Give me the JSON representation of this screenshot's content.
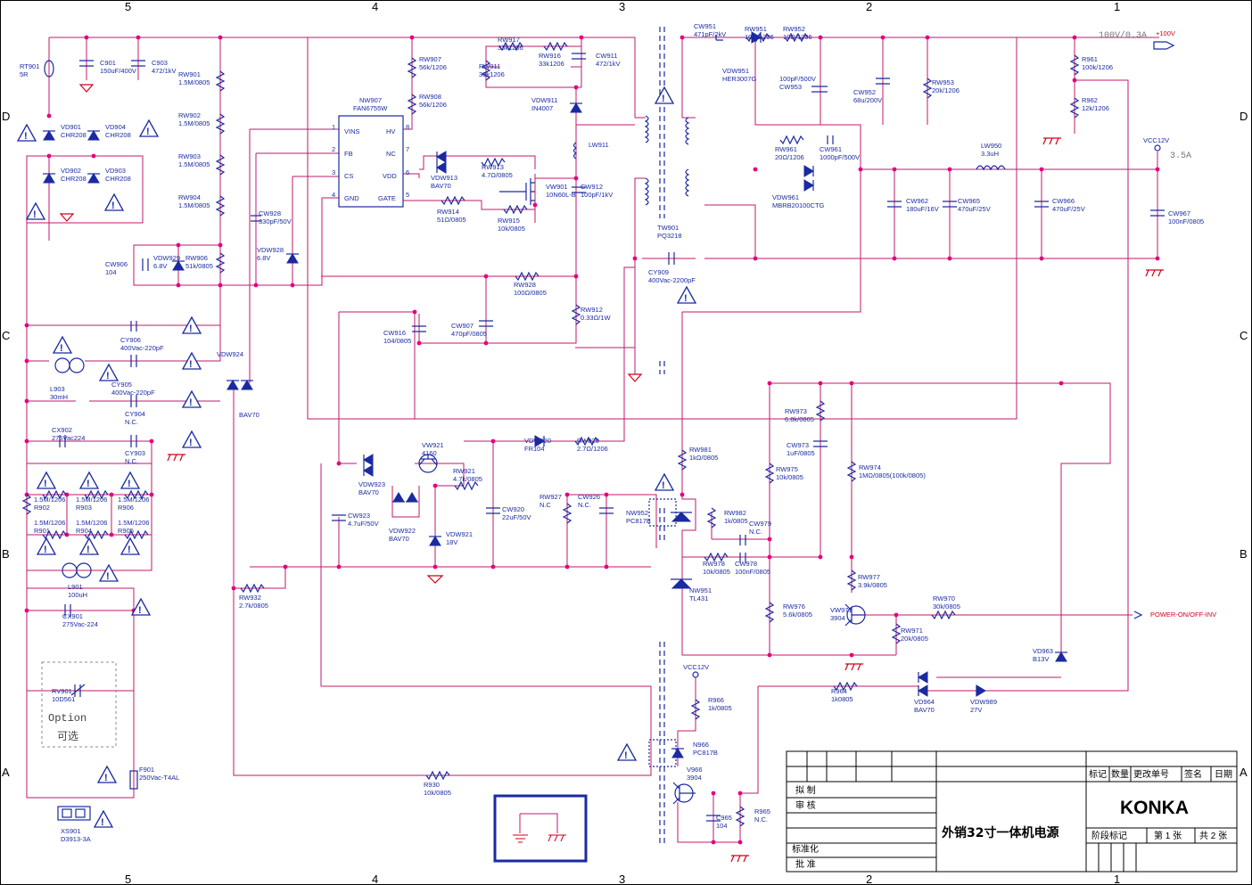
{
  "zones": {
    "top": [
      "5",
      "4",
      "3",
      "2",
      "1"
    ],
    "bottom": [
      "5",
      "4",
      "3",
      "2",
      "1"
    ],
    "left": [
      "D",
      "C",
      "B",
      "A"
    ],
    "right": [
      "D",
      "C",
      "B",
      "A"
    ]
  },
  "title_block": {
    "headers": [
      "标记",
      "数量",
      "更改单号",
      "签名",
      "日期"
    ],
    "rows": [
      "拟 制",
      "审 核",
      "标准化",
      "批 准"
    ],
    "title": "外销32寸一体机电源",
    "brand": "KONKA",
    "stage_label": "阶段标记",
    "sheet_label": "第 1 张",
    "total_label": "共 2 张"
  },
  "outputs": {
    "v100_label": "+100V",
    "v100_spec": "100V/0.3A",
    "v12_label": "VCC12V",
    "v12_current": "3.5A",
    "vcc12_lower": "VCC12V",
    "power_on": "POWER-ON/OFF-INV"
  },
  "option": {
    "en": "Option",
    "cn": "可选"
  },
  "ic": {
    "ref": "NW907",
    "part": "FAN6755W",
    "pins_left": [
      "VINS",
      "FB",
      "CS",
      "GND"
    ],
    "pins_right": [
      "HV",
      "NC",
      "VDD",
      "GATE"
    ],
    "pin_nums_left": [
      "1",
      "2",
      "3",
      "4"
    ],
    "pin_nums_right": [
      "8",
      "7",
      "6",
      "5"
    ]
  },
  "labels": [
    {
      "id": "rt901",
      "t": [
        "RT901",
        "5R"
      ]
    },
    {
      "id": "c901",
      "t": [
        "C901",
        "150uF/400V"
      ]
    },
    {
      "id": "c903",
      "t": [
        "C903",
        "472/1kV"
      ]
    },
    {
      "id": "vd901",
      "t": [
        "VD901",
        "CHR208"
      ]
    },
    {
      "id": "vd904",
      "t": [
        "VD904",
        "CHR208"
      ]
    },
    {
      "id": "vd902",
      "t": [
        "VD902",
        "CHR208"
      ]
    },
    {
      "id": "vd903",
      "t": [
        "VD903",
        "CHR208"
      ]
    },
    {
      "id": "rw901",
      "t": [
        "RW901",
        "1.5M/0805"
      ]
    },
    {
      "id": "rw902",
      "t": [
        "RW902",
        "1.5M/0805"
      ]
    },
    {
      "id": "rw903",
      "t": [
        "RW903",
        "1.5M/0805"
      ]
    },
    {
      "id": "rw904",
      "t": [
        "RW904",
        "1.5M/0805"
      ]
    },
    {
      "id": "rw907",
      "t": [
        "RW907",
        "56k/1206"
      ]
    },
    {
      "id": "rw908",
      "t": [
        "RW908",
        "56k/1206"
      ]
    },
    {
      "id": "rw917",
      "t": [
        "RW917",
        "33k1206"
      ]
    },
    {
      "id": "rw911",
      "t": [
        "RW911",
        "33k1206"
      ]
    },
    {
      "id": "rw916",
      "t": [
        "RW916",
        "33k1206"
      ]
    },
    {
      "id": "cw911",
      "t": [
        "CW911",
        "472/1kV"
      ]
    },
    {
      "id": "vdw911",
      "t": [
        "VDW911",
        "IN4007"
      ]
    },
    {
      "id": "lw911",
      "t": [
        "LW911"
      ]
    },
    {
      "id": "vw901",
      "t": [
        "VW901",
        "10N60L-B"
      ]
    },
    {
      "id": "cw912",
      "t": [
        "CW912",
        "100pF/1kV"
      ]
    },
    {
      "id": "vdw913",
      "t": [
        "VDW913",
        "BAV70"
      ]
    },
    {
      "id": "rw913",
      "t": [
        "RW913",
        "4.7Ω/0805"
      ]
    },
    {
      "id": "rw914",
      "t": [
        "RW914",
        "51Ω/0805"
      ]
    },
    {
      "id": "rw915",
      "t": [
        "RW915",
        "10k/0805"
      ]
    },
    {
      "id": "cw928",
      "t": [
        "CW928",
        "330pF/50V"
      ]
    },
    {
      "id": "vdw928",
      "t": [
        "VDW928",
        "6.8V"
      ]
    },
    {
      "id": "cw906",
      "t": [
        "CW906",
        "104"
      ]
    },
    {
      "id": "vdw929",
      "t": [
        "VDW929",
        "6.8V"
      ]
    },
    {
      "id": "rw906",
      "t": [
        "RW906",
        "51k/0805"
      ]
    },
    {
      "id": "rw928",
      "t": [
        "RW928",
        "100Ω/0805"
      ]
    },
    {
      "id": "rw912",
      "t": [
        "RW912",
        "0.33Ω/1W"
      ]
    },
    {
      "id": "cw916",
      "t": [
        "CW916",
        "104/0805"
      ]
    },
    {
      "id": "cw907",
      "t": [
        "CW907",
        "470pF/0805"
      ]
    },
    {
      "id": "cy906",
      "t": [
        "CY906",
        "400Vac-220pF"
      ]
    },
    {
      "id": "cy905",
      "t": [
        "CY905",
        "400Vac-220pF"
      ]
    },
    {
      "id": "l903",
      "t": [
        "L903",
        "30mH"
      ]
    },
    {
      "id": "cy904",
      "t": [
        "CY904",
        "N.C."
      ]
    },
    {
      "id": "cx902",
      "t": [
        "CX902",
        "275Vac224"
      ]
    },
    {
      "id": "cy903",
      "t": [
        "CY903",
        "N.C."
      ]
    },
    {
      "id": "r902",
      "t": [
        "1.5M/1206",
        "R902"
      ]
    },
    {
      "id": "r903",
      "t": [
        "1.5M/1206",
        "R903"
      ]
    },
    {
      "id": "r906",
      "t": [
        "1.5M/1206",
        "R906"
      ]
    },
    {
      "id": "r901",
      "t": [
        "1.5M/1206",
        "R901"
      ]
    },
    {
      "id": "r904",
      "t": [
        "1.5M/1206",
        "R904"
      ]
    },
    {
      "id": "r905",
      "t": [
        "1.5M/1206",
        "R905"
      ]
    },
    {
      "id": "l901",
      "t": [
        "L901",
        "100uH"
      ]
    },
    {
      "id": "cx901",
      "t": [
        "CX901",
        "275Vac-224"
      ]
    },
    {
      "id": "rv901",
      "t": [
        "RV901",
        "10D561"
      ]
    },
    {
      "id": "f901",
      "t": [
        "F901",
        "250Vac-T4AL"
      ]
    },
    {
      "id": "xs901",
      "t": [
        "XS901",
        "D3913-3A"
      ]
    },
    {
      "id": "vdw924",
      "t": [
        "VDW924"
      ]
    },
    {
      "id": "bav70a",
      "t": [
        "BAV70"
      ]
    },
    {
      "id": "rw932",
      "t": [
        "RW932",
        "2.7k/0805"
      ]
    },
    {
      "id": "r930",
      "t": [
        "R930",
        "10k/0805"
      ]
    },
    {
      "id": "vdw923",
      "t": [
        "VDW923",
        "BAV70"
      ]
    },
    {
      "id": "vw921",
      "t": [
        "VW921",
        "4160"
      ]
    },
    {
      "id": "rw921",
      "t": [
        "RW921",
        "4.7k/0805"
      ]
    },
    {
      "id": "vdw922",
      "t": [
        "VDW922",
        "BAV70"
      ]
    },
    {
      "id": "vdw921",
      "t": [
        "VDW921",
        "18V"
      ]
    },
    {
      "id": "cw923",
      "t": [
        "CW923",
        "4.7uF/50V"
      ]
    },
    {
      "id": "cw920",
      "t": [
        "CW920",
        "22uF/50V"
      ]
    },
    {
      "id": "vdw920",
      "t": [
        "VDW920",
        "FR104"
      ]
    },
    {
      "id": "rw920",
      "t": [
        "RW920",
        "2.7Ω/1206"
      ]
    },
    {
      "id": "rw927",
      "t": [
        "RW927",
        "N.C"
      ]
    },
    {
      "id": "cw926",
      "t": [
        "CW926",
        "N.C."
      ]
    },
    {
      "id": "nw952",
      "t": [
        "NW952",
        "PC817B"
      ]
    },
    {
      "id": "tw901",
      "t": [
        "TW901",
        "PQ3218"
      ]
    },
    {
      "id": "cy909",
      "t": [
        "CY909",
        "400Vac-2200pF"
      ]
    },
    {
      "id": "cw951",
      "t": [
        "CW951",
        "471pF/2kV"
      ]
    },
    {
      "id": "rw951",
      "t": [
        "RW951",
        "10Ω/1206"
      ]
    },
    {
      "id": "rw952",
      "t": [
        "RW952",
        "10Ω/1206"
      ]
    },
    {
      "id": "vdw951",
      "t": [
        "VDW951",
        "HER3007G"
      ]
    },
    {
      "id": "cw953",
      "t": [
        "100pF/500V",
        "CW953"
      ]
    },
    {
      "id": "cw952",
      "t": [
        "CW952",
        "68u/200V"
      ]
    },
    {
      "id": "rw953",
      "t": [
        "RW953",
        "20k/1206"
      ]
    },
    {
      "id": "r961",
      "t": [
        "R961",
        "100k/1206"
      ]
    },
    {
      "id": "r962",
      "t": [
        "R962",
        "12k/1206"
      ]
    },
    {
      "id": "rw961",
      "t": [
        "RW961",
        "20Ω/1206"
      ]
    },
    {
      "id": "cw961",
      "t": [
        "CW961",
        "1000pF/500V"
      ]
    },
    {
      "id": "vdw961",
      "t": [
        "VDW961",
        "MBRB20100CTG"
      ]
    },
    {
      "id": "lw950",
      "t": [
        "LW950",
        "3.3uH"
      ]
    },
    {
      "id": "cw962",
      "t": [
        "CW962",
        "180uF/16V"
      ]
    },
    {
      "id": "cw965",
      "t": [
        "CW965",
        "470uF/25V"
      ]
    },
    {
      "id": "cw966",
      "t": [
        "CW966",
        "470uF/25V"
      ]
    },
    {
      "id": "cw967",
      "t": [
        "CW967",
        "100nF/0805"
      ]
    },
    {
      "id": "rw973",
      "t": [
        "RW973",
        "6.8k/0805"
      ]
    },
    {
      "id": "cw973",
      "t": [
        "CW973",
        "1uF/0805"
      ]
    },
    {
      "id": "rw975",
      "t": [
        "RW975",
        "10k/0805"
      ]
    },
    {
      "id": "rw974",
      "t": [
        "RW974",
        "1MΩ/0805(100k/0805)"
      ]
    },
    {
      "id": "rw981",
      "t": [
        "RW981",
        "1kΩ/0805"
      ]
    },
    {
      "id": "rw982",
      "t": [
        "RW982",
        "1k/0805"
      ]
    },
    {
      "id": "cw979",
      "t": [
        "CW979",
        "N.C."
      ]
    },
    {
      "id": "rw978",
      "t": [
        "RW978",
        "10k/0805"
      ]
    },
    {
      "id": "cw978",
      "t": [
        "CW978",
        "100nF/0805"
      ]
    },
    {
      "id": "nw951",
      "t": [
        "NW951",
        "TL431"
      ]
    },
    {
      "id": "rw977",
      "t": [
        "RW977",
        "3.9k/0805"
      ]
    },
    {
      "id": "rw976",
      "t": [
        "RW976",
        "5.6k/0805"
      ]
    },
    {
      "id": "vw971",
      "t": [
        "VW971",
        "3904"
      ]
    },
    {
      "id": "rw970",
      "t": [
        "RW970",
        "30k/0805"
      ]
    },
    {
      "id": "rw971",
      "t": [
        "RW971",
        "20k/0805"
      ]
    },
    {
      "id": "vd963",
      "t": [
        "VD963",
        "B13V"
      ]
    },
    {
      "id": "r964",
      "t": [
        "R964",
        "1k0805"
      ]
    },
    {
      "id": "vd964",
      "t": [
        "VD964",
        "BAV70"
      ]
    },
    {
      "id": "vdw989",
      "t": [
        "VDW989",
        "27V"
      ]
    },
    {
      "id": "r966",
      "t": [
        "R966",
        "1k/0805"
      ]
    },
    {
      "id": "n966",
      "t": [
        "N966",
        "PC817B"
      ]
    },
    {
      "id": "v966",
      "t": [
        "V966",
        "3904"
      ]
    },
    {
      "id": "c965",
      "t": [
        "C965",
        "104"
      ]
    },
    {
      "id": "r965",
      "t": [
        "R965",
        "N.C."
      ]
    }
  ]
}
